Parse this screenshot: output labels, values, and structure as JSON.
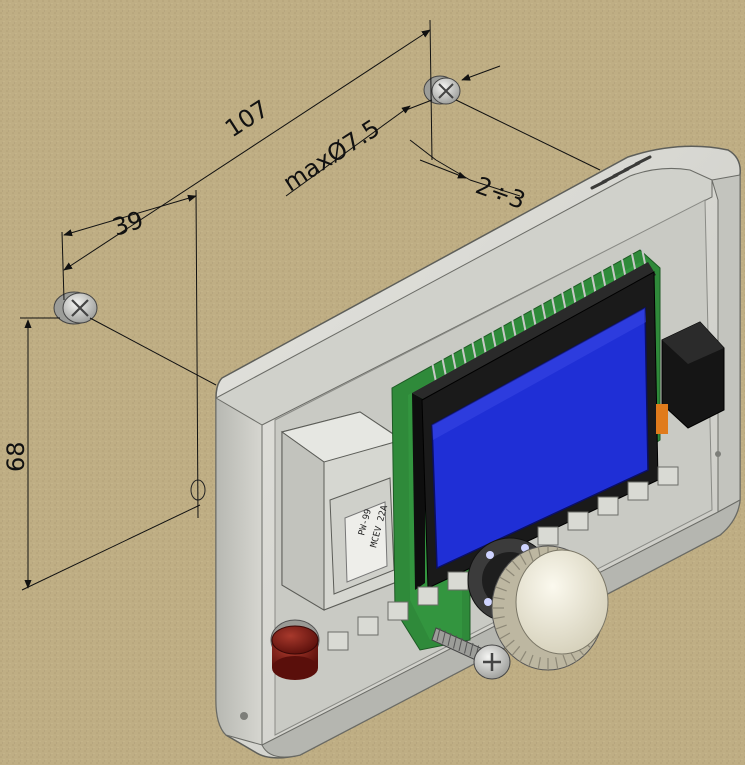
{
  "dimensions": {
    "width_total": "107",
    "width_to_center": "39",
    "height": "68",
    "screw_head_max": "maxØ7.5",
    "screw_protrusion": "2÷3"
  },
  "lcd_module": {
    "sticker_line1": "PW-99",
    "sticker_line2": "MCEV 22A"
  },
  "colors": {
    "background": "#bfae84",
    "housing": "#dcdcd6",
    "housing_shadow": "#a9aaa4",
    "lcd_screen": "#1f2fd6",
    "lcd_frame": "#1a1a1a",
    "pcb": "#2f8a3a",
    "knob": "#ece8d6",
    "red_button": "#7a1712",
    "connector": "#151515",
    "dimension_lines": "#111111"
  },
  "icons": {
    "screw": "phillips-screw-icon",
    "knob": "rotary-knob",
    "button": "red-push-button"
  }
}
